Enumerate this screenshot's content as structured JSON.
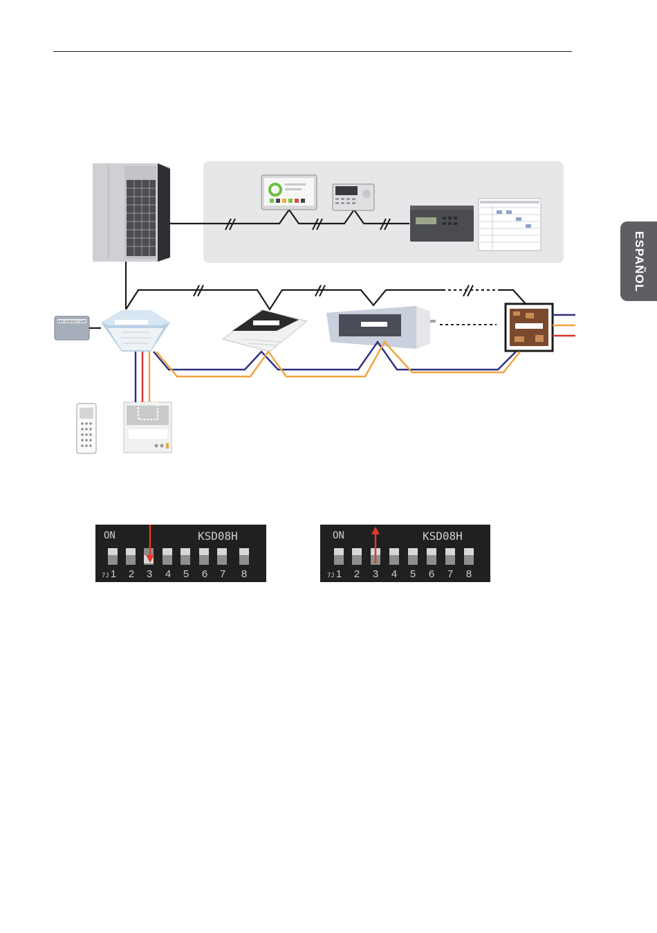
{
  "side_tab": {
    "label": "ESPAÑOL"
  },
  "diagram": {
    "contact_unit_label": "DRY CONTACT UNIT"
  },
  "dip_switches": [
    {
      "on_label": "ON",
      "model": "KSD08H",
      "prefix": "7J",
      "numbers": [
        "1",
        "2",
        "3",
        "4",
        "5",
        "6",
        "7",
        "8"
      ],
      "highlight": 3,
      "arrow": "down"
    },
    {
      "on_label": "ON",
      "model": "KSD08H",
      "prefix": "7J",
      "numbers": [
        "1",
        "2",
        "3",
        "4",
        "5",
        "6",
        "7",
        "8"
      ],
      "highlight": 3,
      "arrow": "up"
    }
  ],
  "colors": {
    "comm_line": "#1b1b1b",
    "blue_wire": "#2b2f7d",
    "orange_wire": "#f2a23a",
    "red_wire": "#d93232",
    "panel_bg": "#e6e7e8",
    "tab_bg": "#5d5f62"
  }
}
